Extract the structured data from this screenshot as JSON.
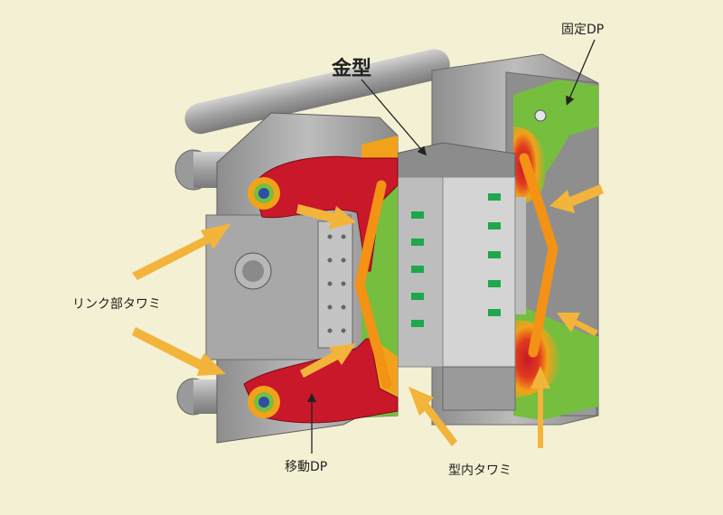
{
  "labels": {
    "mold": "金型",
    "fixed_dp": "固定DP",
    "link_deflection": "リンク部タワミ",
    "moving_dp": "移動DP",
    "mold_inner_deflection": "型内タワミ"
  },
  "colors": {
    "background": "#f4f0d3",
    "arrow": "#f2b43a",
    "deflection_line": "#f39215",
    "stress_high": "#c8182a",
    "stress_mid": "#f2a21a",
    "stress_low": "#75be3e",
    "mold_marker": "#1ea84b",
    "steel": "#a9a9a9"
  }
}
